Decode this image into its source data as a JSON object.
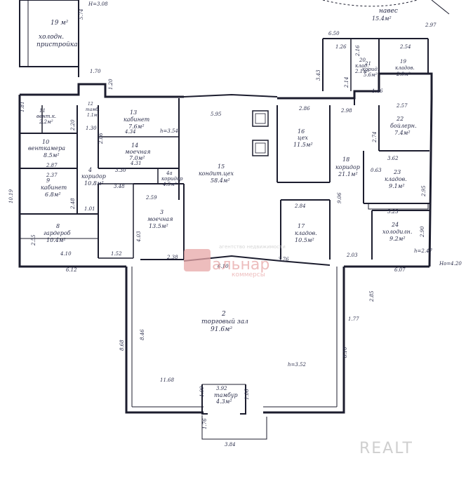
{
  "rooms": {
    "r2": {
      "num": "2",
      "name": "торговый зал",
      "area": "91.6м²"
    },
    "r3": {
      "num": "3",
      "name": "моечная",
      "area": "13.5м²"
    },
    "r4": {
      "num": "4",
      "name": "коридор",
      "area": "10.8м²"
    },
    "r4a": {
      "num": "4а",
      "name": "коридор",
      "area": "4.5м²"
    },
    "r8": {
      "num": "8",
      "name": "гардероб",
      "area": "10.4м²"
    },
    "r9": {
      "num": "9",
      "name": "кабинет",
      "area": "6.8м²"
    },
    "r10": {
      "num": "10",
      "name": "венткамера",
      "area": "8.5м²"
    },
    "r11": {
      "num": "11",
      "name": "вент.к.",
      "area": "2.2м²"
    },
    "r12": {
      "num": "12",
      "name": "тамб.",
      "area": "1.1м²"
    },
    "r13": {
      "num": "13",
      "name": "кабинет",
      "area": "7.6м²"
    },
    "r14": {
      "num": "14",
      "name": "моечная",
      "area": "7.0м²"
    },
    "r15": {
      "num": "15",
      "name": "кондит.цех",
      "area": "58.4м²"
    },
    "r16": {
      "num": "16",
      "name": "цех",
      "area": "11.5м²"
    },
    "r17": {
      "num": "17",
      "name": "кладов.",
      "area": "10.5м²"
    },
    "r18": {
      "num": "18",
      "name": "коридор",
      "area": "21.1м²"
    },
    "r19": {
      "num": "19",
      "name": "кладов.",
      "area": "2.0м²"
    },
    "r20": {
      "num": "20",
      "name": "клад.",
      "area": "2.1м²"
    },
    "r21": {
      "num": "21",
      "name": "корид.",
      "area": "5.6м²"
    },
    "r22": {
      "num": "22",
      "name": "бойлерн.",
      "area": "7.4м²"
    },
    "r23": {
      "num": "23",
      "name": "кладов.",
      "area": "9.1м²"
    },
    "r24": {
      "num": "24",
      "name": "холодилн.",
      "area": "9.2м²"
    },
    "tambur": {
      "name": "тамбур",
      "area": "4.3м²",
      "width": "3.92"
    },
    "cold": {
      "area": "19 м²",
      "name1": "холодн.",
      "name2": "пристройка"
    },
    "naves": {
      "name": "навес",
      "area": "15.4м²"
    }
  },
  "heights": [
    "Н=3.08",
    "h=3.54",
    "h=3.52",
    "h=2.47",
    "Hо=4.20"
  ],
  "dims": [
    "5.74",
    "1.70",
    "1.20",
    "1.81",
    "2.20",
    "1.30",
    "2.06",
    "4.34",
    "5.95",
    "2.86",
    "2.98",
    "2.57",
    "2.74",
    "2.54",
    "1.46",
    "3.43",
    "6.50",
    "1.26",
    "2.16",
    "2.14",
    "3.30",
    "4.31",
    "2.87",
    "2.55",
    "2.37",
    "10.19",
    "2.48",
    "1.01",
    "4.10",
    "1.52",
    "4.03",
    "3.48",
    "2.59",
    "2.38",
    "6.10",
    "2.84",
    "9.06",
    "3.62",
    "0.63",
    "3.23",
    "2.90",
    "2.03",
    "6.07",
    "6.12",
    "8.46",
    "8.68",
    "11.68",
    "8.10",
    "1.77",
    "2.85",
    "1.09",
    "1.06",
    "3.84",
    "1.76",
    "3.76",
    "2.97",
    "2.95"
  ],
  "watermark": {
    "text": "альнар",
    "sub": "коммерсы",
    "agency": "агентство недвижимости"
  },
  "brand": "REALT"
}
